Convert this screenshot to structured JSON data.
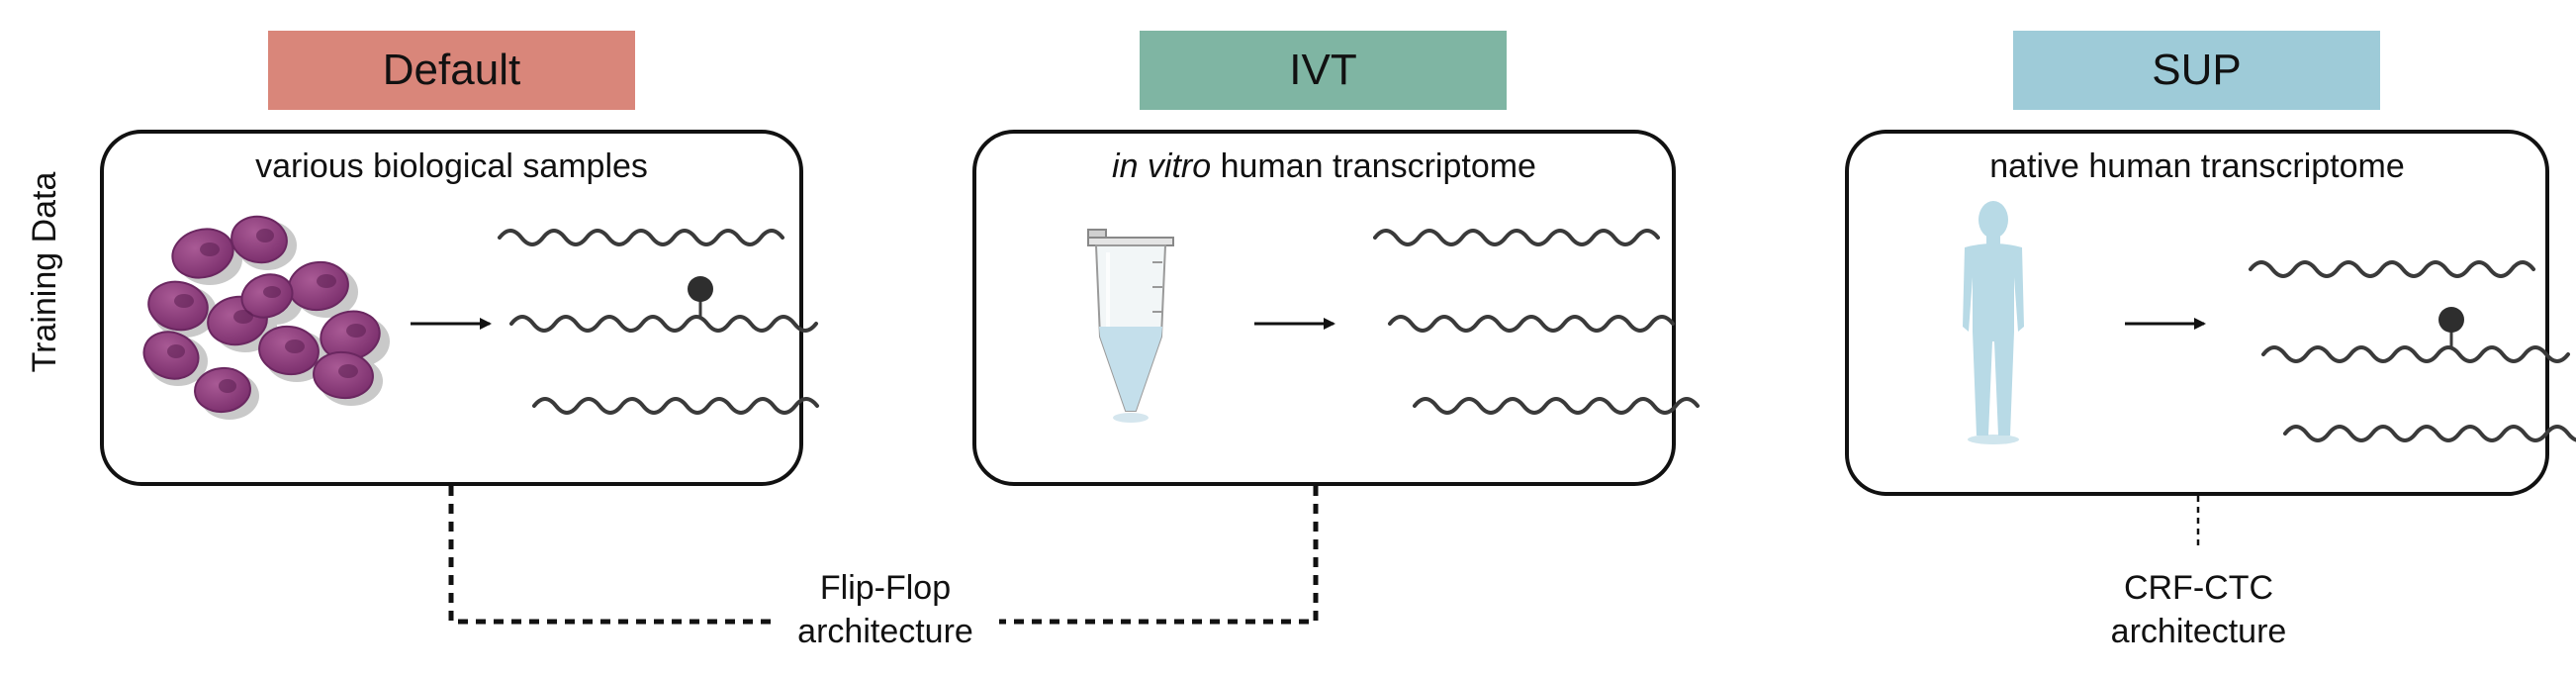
{
  "side_label": "Training Data",
  "columns": [
    {
      "id": "default",
      "label": "Default",
      "color": "#d9867a",
      "title": "various biological samples"
    },
    {
      "id": "ivt",
      "label": "IVT",
      "color": "#7fb5a3",
      "title_em": "in vitro",
      "title": " human transcriptome"
    },
    {
      "id": "sup",
      "label": "SUP",
      "color": "#9ecbd8",
      "title": "native human transcriptome"
    }
  ],
  "architectures": {
    "flipflop_line1": "Flip-Flop",
    "flipflop_line2": "architecture",
    "crfctc_line1": "CRF-CTC",
    "crfctc_line2": "architecture"
  },
  "icons": {
    "cells": "purple-cell-cluster",
    "tube": "microcentrifuge-tube",
    "human": "human-silhouette",
    "modification": "methyl-modification-dot"
  }
}
